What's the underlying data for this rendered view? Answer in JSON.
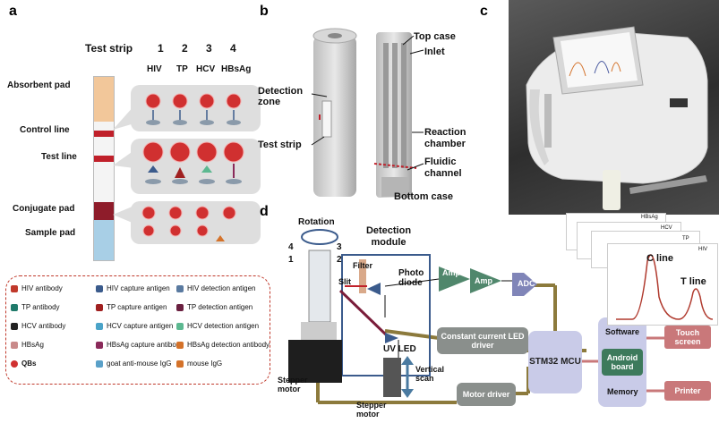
{
  "panels": {
    "a": "a",
    "b": "b",
    "c": "c",
    "d": "d"
  },
  "panel_a": {
    "header": {
      "title": "Test strip",
      "numbers": [
        "1",
        "2",
        "3",
        "4"
      ],
      "analytes": [
        "HIV",
        "TP",
        "HCV",
        "HBsAg"
      ]
    },
    "strip_labels": {
      "absorbent_pad": "Absorbent pad",
      "control_line": "Control line",
      "test_line": "Test line",
      "conjugate_pad": "Conjugate pad",
      "sample_pad": "Sample pad"
    },
    "legend": [
      {
        "text": "HIV antibody",
        "icon": "hiv-antibody-icon",
        "color": "#c0392b"
      },
      {
        "text": "HIV capture antigen",
        "icon": "hiv-capture-antigen-icon",
        "color": "#3b5b8c"
      },
      {
        "text": "HIV detection antigen",
        "icon": "hiv-detection-antigen-icon",
        "color": "#5a7aa0"
      },
      {
        "text": "TP antibody",
        "icon": "tp-antibody-icon",
        "color": "#1f7a6a"
      },
      {
        "text": "TP capture antigen",
        "icon": "tp-capture-antigen-icon",
        "color": "#a02020"
      },
      {
        "text": "TP detection antigen",
        "icon": "tp-detection-antigen-icon",
        "color": "#6a2040"
      },
      {
        "text": "HCV antibody",
        "icon": "hcv-antibody-icon",
        "color": "#222222"
      },
      {
        "text": "HCV capture antigen",
        "icon": "hcv-capture-antigen-icon",
        "color": "#4aa3c8"
      },
      {
        "text": "HCV detection antigen",
        "icon": "hcv-detection-antigen-icon",
        "color": "#5cb890"
      },
      {
        "text": "HBsAg",
        "icon": "hbsag-icon",
        "color": "#c98a8a"
      },
      {
        "text": "HBsAg capture antibody",
        "icon": "hbsag-capture-antibody-icon",
        "color": "#8a2a5a"
      },
      {
        "text": "HBsAg detection antibody",
        "icon": "hbsag-detection-antibody-icon",
        "color": "#d4722a"
      },
      {
        "text": "QBs",
        "icon": "qbs-icon",
        "color": "#d03030"
      },
      {
        "text": "goat anti-mouse IgG",
        "icon": "goat-igg-icon",
        "color": "#5aa0c8"
      },
      {
        "text": "mouse IgG",
        "icon": "mouse-igg-icon",
        "color": "#d4722a"
      }
    ]
  },
  "panel_b": {
    "detection_zone": "Detection zone",
    "test_strip": "Test strip",
    "top_case": "Top case",
    "inlet": "Inlet",
    "reaction_chamber": "Reaction chamber",
    "fluidic_channel": "Fluidic channel",
    "bottom_case": "Bottom case"
  },
  "panel_d": {
    "rotation": "Rotation",
    "positions": [
      "4",
      "3",
      "1",
      "2"
    ],
    "detection_module": "Detection module",
    "filter": "Filter",
    "slit": "Slit",
    "photo_diode": "Photo diode",
    "uv_led": "UV LED",
    "amp1": "Amp",
    "amp2": "Amp",
    "adc": "ADC",
    "constant_current": "Constant current LED driver",
    "stm32": "STM32 MCU",
    "motor_driver": "Motor driver",
    "software": "Software",
    "android_board": "Android board",
    "memory": "Memory",
    "touch_screen": "Touch screen",
    "printer": "Printer",
    "stepper_motor_1": "Stepper motor",
    "stepper_motor_2": "Stepper motor",
    "vertical_scan": "Vertical scan",
    "stack_labels": [
      "HBsAg",
      "HCV",
      "TP",
      "HIV"
    ],
    "c_line": "C line",
    "t_line": "T line"
  },
  "colors": {
    "control_red": "#c0202a",
    "dark_red": "#8e1c2a",
    "sample_blue": "#a8cfe6",
    "absorbent": "#f2c79a",
    "olive_wire": "#8c7a3c",
    "salmon": "#c9787a",
    "lavender": "#c9cbe8"
  }
}
